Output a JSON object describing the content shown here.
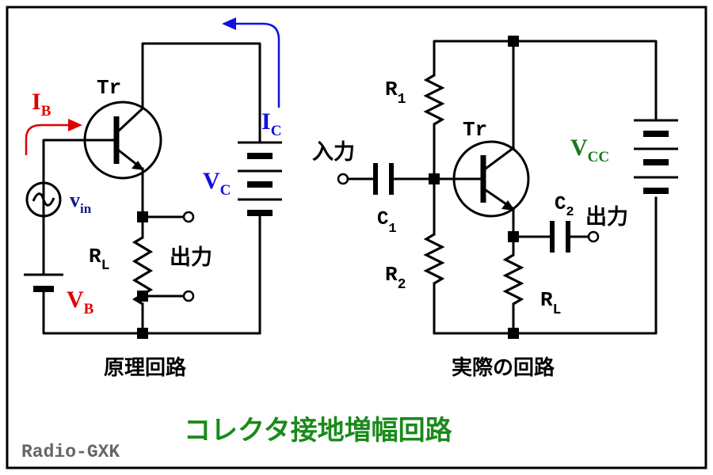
{
  "left_circuit": {
    "caption": "原理回路",
    "transistor": "Tr",
    "base_current": {
      "main": "I",
      "sub": "B",
      "color": "#e00000"
    },
    "collector_current": {
      "main": "I",
      "sub": "C",
      "color": "#1010e0"
    },
    "collector_supply": {
      "main": "V",
      "sub": "C",
      "color": "#1010e0"
    },
    "base_supply": {
      "main": "V",
      "sub": "B",
      "color": "#e00000"
    },
    "input_source": {
      "main": "v",
      "sub": "in",
      "color": "#0a1a8a"
    },
    "load_resistor": {
      "main": "R",
      "sub": "L"
    },
    "output_label": "出力"
  },
  "right_circuit": {
    "caption": "実際の回路",
    "transistor": "Tr",
    "input_label": "入力",
    "output_label": "出力",
    "supply": {
      "main": "V",
      "sub": "CC",
      "color": "#1a7a1a"
    },
    "r1": {
      "main": "R",
      "sub": "1"
    },
    "r2": {
      "main": "R",
      "sub": "2"
    },
    "rl": {
      "main": "R",
      "sub": "L"
    },
    "c1": {
      "main": "C",
      "sub": "1"
    },
    "c2": {
      "main": "C",
      "sub": "2"
    }
  },
  "title": {
    "text": "コレクタ接地増幅回路",
    "color": "#1a8a1a"
  },
  "watermark": {
    "text": "Radio-GXK",
    "color": "#666666"
  }
}
